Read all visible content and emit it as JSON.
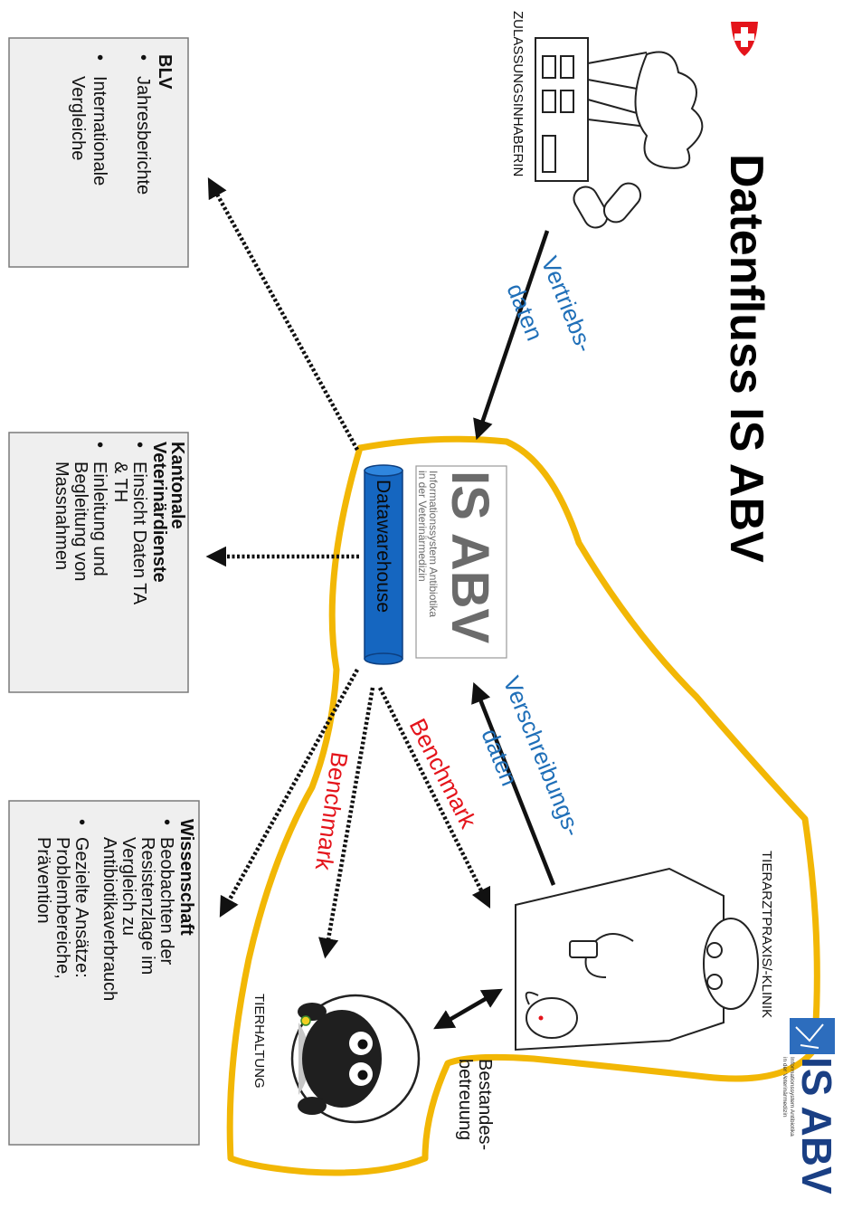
{
  "title": "Datenfluss IS ABV",
  "brand": {
    "logo_text": "IS ABV",
    "logo_subtitle_1": "Informationssystem Antibiotika",
    "logo_subtitle_2": "in der Veterinärmedizin",
    "colors": {
      "swiss_red": "#e4141b",
      "outline_yellow": "#f2b705",
      "datawarehouse_blue": "#1566c0",
      "flow_blue": "#1f6fb8",
      "benchmark_red": "#e4141b"
    }
  },
  "central": {
    "datawarehouse": "Datawarehouse"
  },
  "sources": {
    "zulassung": "ZULASSUNGSINHABERIN",
    "tierarzt": "TIERARZTPRAXIS/-KLINIK",
    "tierhaltung": "TIERHALTUNG"
  },
  "flows": {
    "vertriebs_1": "Vertriebs-",
    "vertriebs_2": "daten",
    "verschreibungs_1": "Verschreibungs-",
    "verschreibungs_2": "daten",
    "benchmark_vet": "Benchmark",
    "benchmark_farm": "Benchmark",
    "bestand_1": "Bestandes-",
    "bestand_2": "betreuung"
  },
  "boxes": {
    "blv": {
      "title": "BLV",
      "items": [
        [
          "Jahresberichte"
        ],
        [
          "Internationale",
          "Vergleiche"
        ]
      ]
    },
    "kantonal": {
      "title_1": "Kantonale",
      "title_2": "Veterinärdienste",
      "items": [
        [
          "Einsicht Daten TA",
          "& TH"
        ],
        [
          "Einleitung und",
          "Begleitung von",
          "Massnahmen"
        ]
      ]
    },
    "wissenschaft": {
      "title": "Wissenschaft",
      "items": [
        [
          "Beobachten der",
          "Resistenzlage im",
          "Vergleich zu",
          "Antibiotikaverbrauch"
        ],
        [
          "Gezielte Ansätze:",
          "Problembereiche,",
          "Prävention"
        ]
      ]
    }
  },
  "icons": [
    "swiss-flag-icon",
    "factory-icon",
    "pills-icon",
    "veterinarian-icon",
    "dog-icon",
    "sheep-icon",
    "database-icon"
  ]
}
